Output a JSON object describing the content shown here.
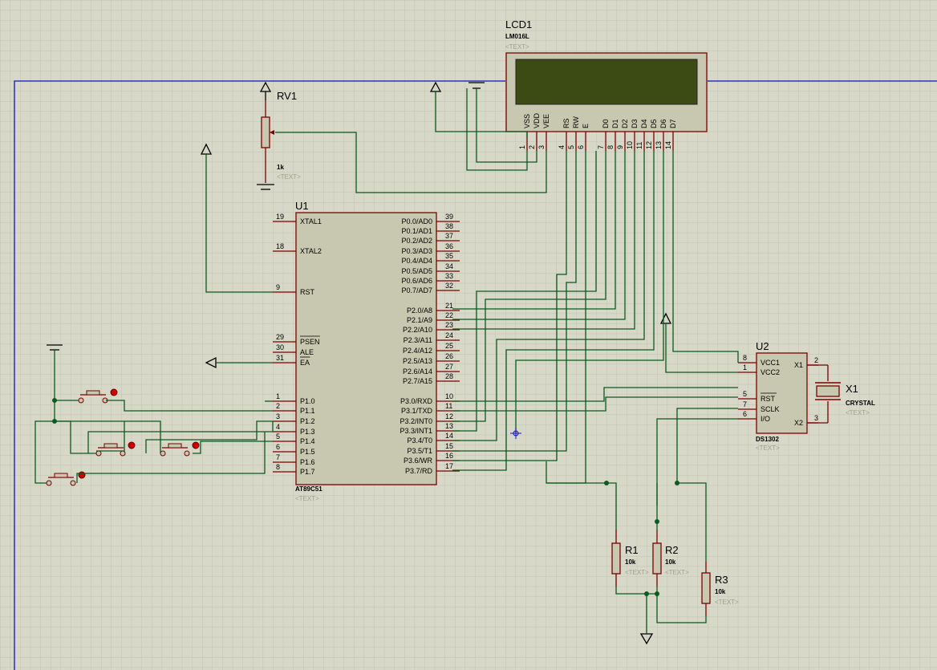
{
  "lcd": {
    "ref": "LCD1",
    "model": "LM016L",
    "text": "<TEXT>",
    "pins": [
      {
        "num": "1",
        "name": "VSS"
      },
      {
        "num": "2",
        "name": "VDD"
      },
      {
        "num": "3",
        "name": "VEE"
      },
      {
        "num": "4",
        "name": "RS"
      },
      {
        "num": "5",
        "name": "RW"
      },
      {
        "num": "6",
        "name": "E"
      },
      {
        "num": "7",
        "name": "D0"
      },
      {
        "num": "8",
        "name": "D1"
      },
      {
        "num": "9",
        "name": "D2"
      },
      {
        "num": "10",
        "name": "D3"
      },
      {
        "num": "11",
        "name": "D4"
      },
      {
        "num": "12",
        "name": "D5"
      },
      {
        "num": "13",
        "name": "D6"
      },
      {
        "num": "14",
        "name": "D7"
      }
    ],
    "screen_color": "#3c4a14"
  },
  "rv1": {
    "ref": "RV1",
    "value": "1k",
    "text": "<TEXT>"
  },
  "u1": {
    "ref": "U1",
    "model": "AT89C51",
    "text": "<TEXT>",
    "left_pins": [
      {
        "num": "19",
        "name": "XTAL1"
      },
      {
        "num": "18",
        "name": "XTAL2"
      },
      {
        "num": "9",
        "name": "RST"
      },
      {
        "num": "29",
        "name": "PSEN"
      },
      {
        "num": "30",
        "name": "ALE"
      },
      {
        "num": "31",
        "name": "EA"
      },
      {
        "num": "1",
        "name": "P1.0"
      },
      {
        "num": "2",
        "name": "P1.1"
      },
      {
        "num": "3",
        "name": "P1.2"
      },
      {
        "num": "4",
        "name": "P1.3"
      },
      {
        "num": "5",
        "name": "P1.4"
      },
      {
        "num": "6",
        "name": "P1.5"
      },
      {
        "num": "7",
        "name": "P1.6"
      },
      {
        "num": "8",
        "name": "P1.7"
      }
    ],
    "right_pins": [
      {
        "num": "39",
        "name": "P0.0/AD0"
      },
      {
        "num": "38",
        "name": "P0.1/AD1"
      },
      {
        "num": "37",
        "name": "P0.2/AD2"
      },
      {
        "num": "36",
        "name": "P0.3/AD3"
      },
      {
        "num": "35",
        "name": "P0.4/AD4"
      },
      {
        "num": "34",
        "name": "P0.5/AD5"
      },
      {
        "num": "33",
        "name": "P0.6/AD6"
      },
      {
        "num": "32",
        "name": "P0.7/AD7"
      },
      {
        "num": "21",
        "name": "P2.0/A8"
      },
      {
        "num": "22",
        "name": "P2.1/A9"
      },
      {
        "num": "23",
        "name": "P2.2/A10"
      },
      {
        "num": "24",
        "name": "P2.3/A11"
      },
      {
        "num": "25",
        "name": "P2.4/A12"
      },
      {
        "num": "26",
        "name": "P2.5/A13"
      },
      {
        "num": "27",
        "name": "P2.6/A14"
      },
      {
        "num": "28",
        "name": "P2.7/A15"
      },
      {
        "num": "10",
        "name": "P3.0/RXD"
      },
      {
        "num": "11",
        "name": "P3.1/TXD"
      },
      {
        "num": "12",
        "name": "P3.2/INT0"
      },
      {
        "num": "13",
        "name": "P3.3/INT1"
      },
      {
        "num": "14",
        "name": "P3.4/T0"
      },
      {
        "num": "15",
        "name": "P3.5/T1"
      },
      {
        "num": "16",
        "name": "P3.6/WR"
      },
      {
        "num": "17",
        "name": "P3.7/RD"
      }
    ]
  },
  "u2": {
    "ref": "U2",
    "model": "DS1302",
    "text": "<TEXT>",
    "pins": [
      {
        "num": "8",
        "name": "VCC1"
      },
      {
        "num": "1",
        "name": "VCC2"
      },
      {
        "num": "5",
        "name": "RST"
      },
      {
        "num": "7",
        "name": "SCLK"
      },
      {
        "num": "6",
        "name": "I/O"
      },
      {
        "num": "2",
        "name": "X1"
      },
      {
        "num": "3",
        "name": "X2"
      }
    ]
  },
  "x1": {
    "ref": "X1",
    "value": "CRYSTAL",
    "text": "<TEXT>"
  },
  "resistors": [
    {
      "ref": "R1",
      "value": "10k",
      "text": "<TEXT>"
    },
    {
      "ref": "R2",
      "value": "10k",
      "text": "<TEXT>"
    },
    {
      "ref": "R3",
      "value": "10k",
      "text": "<TEXT>"
    }
  ],
  "colors": {
    "background": "#d8d8c8",
    "grid": "#c2c2b2",
    "wire": "#0b5a1e",
    "component": "#7a0000",
    "body": "#c8c8b0",
    "sheet_border": "#1010c8"
  }
}
